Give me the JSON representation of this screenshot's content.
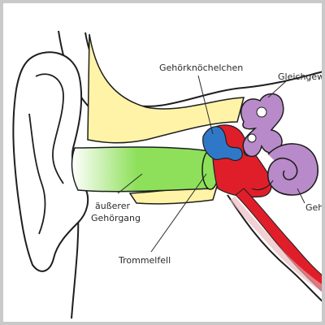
{
  "labels": {
    "ossicles": "Gehörknöchelchen",
    "balance": "Gleichgew",
    "cochlea": "Geh",
    "ear_canal_line1": "äußerer",
    "ear_canal_line2": "Gehörgang",
    "eardrum": "Trommelfell"
  },
  "colors": {
    "canal_green": "#8ee05a",
    "bone_yellow": "#fff3a8",
    "inner_ear_purple": "#b98ac9",
    "middle_ear_red": "#e01e2a",
    "ossicles_blue": "#2f78c8",
    "skin_outline": "#1e1e1e"
  }
}
